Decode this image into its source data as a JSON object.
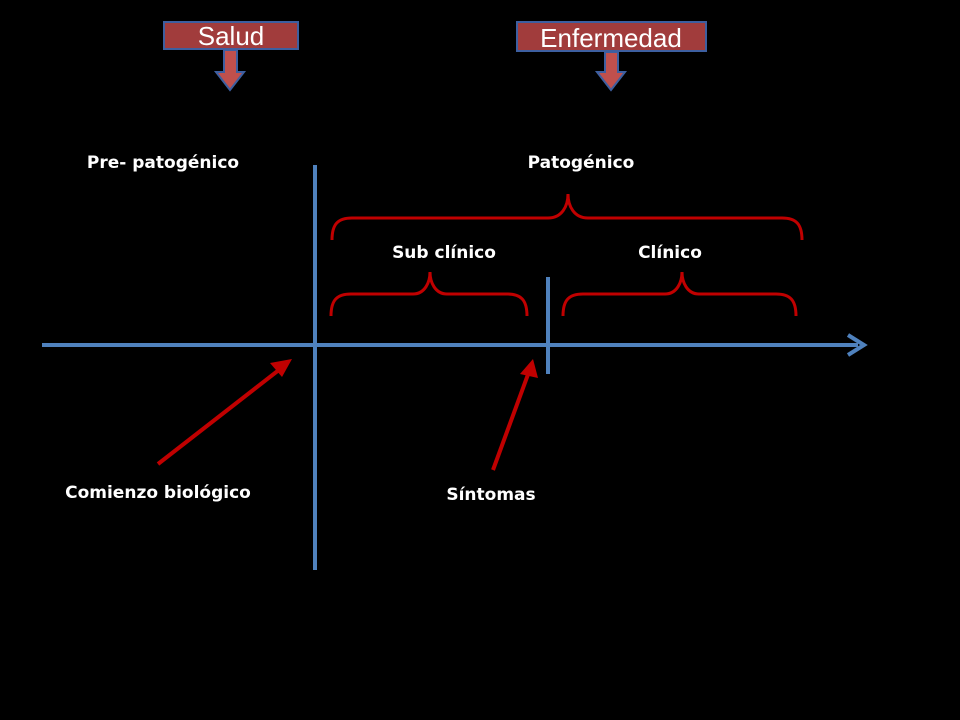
{
  "header": {
    "salud": "Salud",
    "enfermedad": "Enfermedad"
  },
  "phases": {
    "pre_patogenico": "Pre- patogénico",
    "patogenico": "Patogénico",
    "sub_clinico": "Sub clínico",
    "clinico": "Clínico"
  },
  "annotations": {
    "comienzo": "Comienzo biológico",
    "sintomas": "Síntomas"
  },
  "colors": {
    "background": "#000000",
    "axis": "#4f81bd",
    "box_fill": "#a13c3c",
    "box_border": "#3d5fa0",
    "brace": "#c00000",
    "pointer_arrow": "#c00000",
    "text": "#ffffff"
  }
}
